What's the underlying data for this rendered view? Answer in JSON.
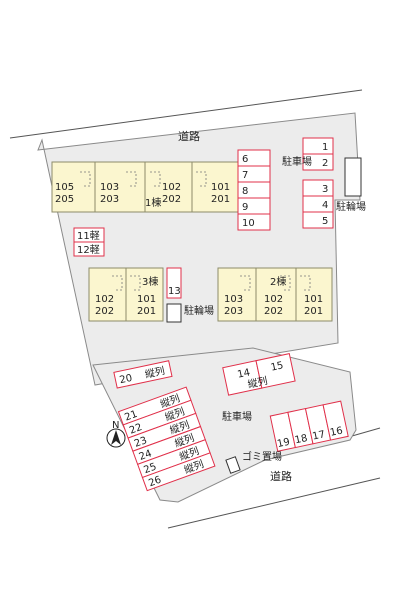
{
  "roads": [
    {
      "label": "道路"
    },
    {
      "label": "道路"
    }
  ],
  "parking_main_label": "駐車場",
  "parking_lower_label": "駐車場",
  "bicycle_label_right": "駐輪場",
  "bicycle_label_center": "駐輪場",
  "garbage_label": "ゴミ置場",
  "compass_label": "N",
  "buildings": [
    {
      "name": "1棟",
      "units": [
        {
          "top": "105",
          "bottom": "205"
        },
        {
          "top": "103",
          "bottom": "203"
        },
        {
          "top": "102",
          "bottom": "202"
        },
        {
          "top": "101",
          "bottom": "201"
        }
      ]
    },
    {
      "name": "3棟",
      "units": [
        {
          "top": "102",
          "bottom": "202"
        },
        {
          "top": "101",
          "bottom": "201"
        }
      ]
    },
    {
      "name": "2棟",
      "units": [
        {
          "top": "103",
          "bottom": "203"
        },
        {
          "top": "102",
          "bottom": "202"
        },
        {
          "top": "101",
          "bottom": "201"
        }
      ]
    }
  ],
  "parking_spaces": [
    {
      "label": "1"
    },
    {
      "label": "2"
    },
    {
      "label": "3"
    },
    {
      "label": "4"
    },
    {
      "label": "5"
    },
    {
      "label": "6"
    },
    {
      "label": "7"
    },
    {
      "label": "8"
    },
    {
      "label": "9"
    },
    {
      "label": "10"
    },
    {
      "label": "11軽"
    },
    {
      "label": "12軽"
    },
    {
      "label": "13"
    },
    {
      "label": "14"
    },
    {
      "label": "15"
    },
    {
      "label": "16"
    },
    {
      "label": "17"
    },
    {
      "label": "18"
    },
    {
      "label": "19"
    },
    {
      "label": "20"
    },
    {
      "label": "21"
    },
    {
      "label": "22"
    },
    {
      "label": "23"
    },
    {
      "label": "24"
    },
    {
      "label": "25"
    },
    {
      "label": "26"
    }
  ],
  "tandem_label": "縦列"
}
